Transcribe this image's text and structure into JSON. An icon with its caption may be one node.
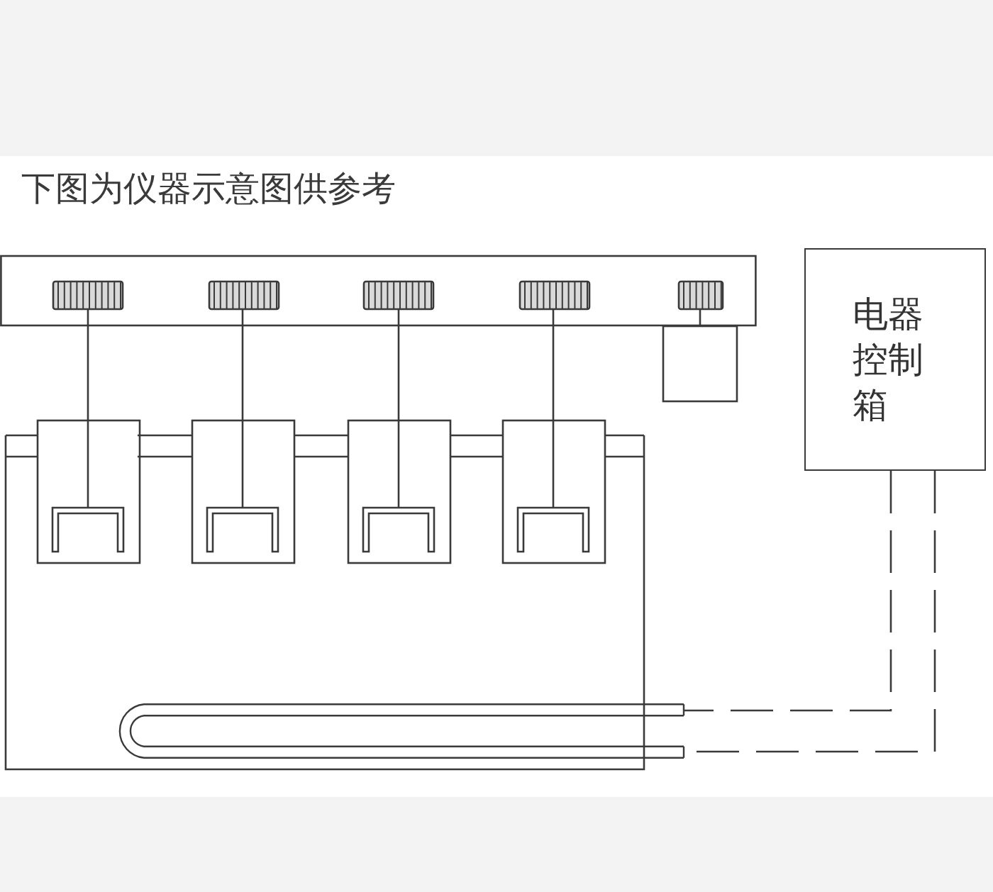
{
  "diagram": {
    "title": "下图为仪器示意图供参考",
    "nodes": [
      {
        "text": [
          "电器控制箱"
        ]
      },
      {
        "text": [],
        "shape": "picture"
      }
    ],
    "edges": [
      {
        "from": 0,
        "to": 1,
        "arrow": "none",
        "style": "dashed"
      },
      {
        "from": 0,
        "to": 1,
        "arrow": "none",
        "style": "dashed"
      }
    ]
  }
}
